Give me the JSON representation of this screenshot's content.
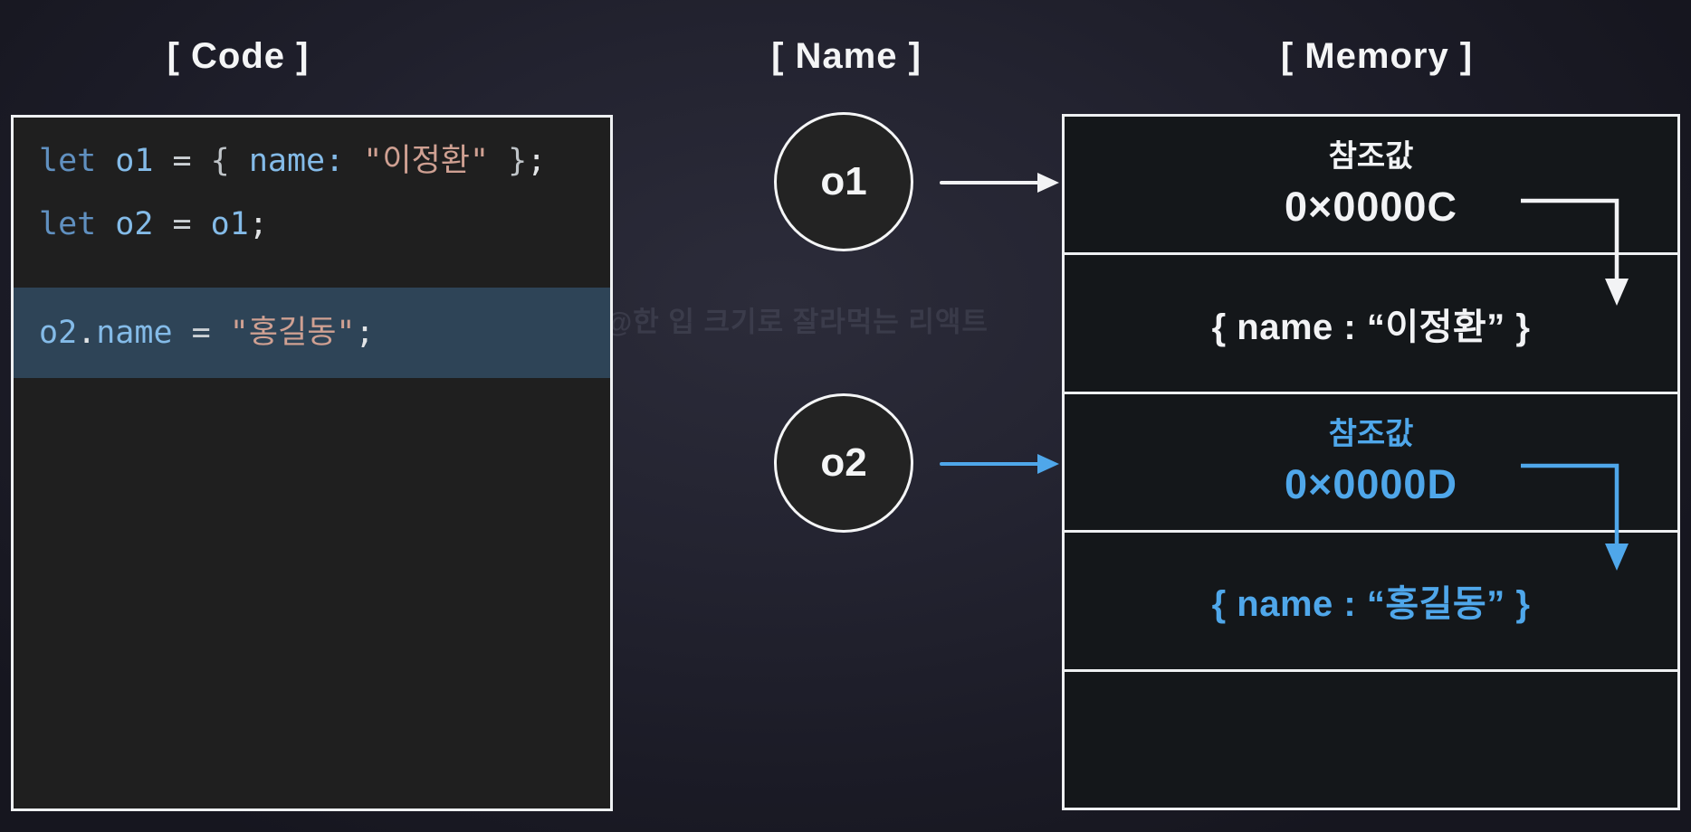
{
  "titles": {
    "code": "[ Code ]",
    "name": "[ Name ]",
    "memory": "[ Memory ]"
  },
  "code": {
    "lines": [
      {
        "tokens": [
          {
            "t": "let "
          },
          {
            "t": "o1 "
          },
          {
            "t": "= "
          },
          {
            "t": "{ "
          },
          {
            "t": "name: "
          },
          {
            "t": "\"이정환\""
          },
          {
            "t": " }"
          },
          {
            "t": ";"
          }
        ]
      },
      {
        "tokens": [
          {
            "t": "let "
          },
          {
            "t": "o2 "
          },
          {
            "t": "= "
          },
          {
            "t": "o1"
          },
          {
            "t": ";"
          }
        ]
      },
      {
        "tokens": [
          {
            "t": "o2"
          },
          {
            "t": "."
          },
          {
            "t": "name "
          },
          {
            "t": "= "
          },
          {
            "t": "\"홍길동\""
          },
          {
            "t": ";"
          }
        ]
      }
    ],
    "highlight_color": "#2e4457"
  },
  "name_column": {
    "variables": [
      {
        "label": "o1"
      },
      {
        "label": "o2"
      }
    ]
  },
  "memory": {
    "rows": [
      {
        "type": "reference",
        "label": "참조값",
        "value": "0×0000C",
        "color": "white"
      },
      {
        "type": "object",
        "value": "{ name : “이정환” }",
        "color": "white"
      },
      {
        "type": "reference",
        "label": "참조값",
        "value": "0×0000D",
        "color": "blue"
      },
      {
        "type": "object",
        "value": "{ name : “홍길동” }",
        "color": "blue"
      },
      {
        "type": "empty",
        "value": ""
      }
    ]
  },
  "watermark": "@한 입 크기로 잘라먹는 리액트",
  "colors": {
    "background": "#21212e",
    "panel_border": "#eef0f2",
    "code_background": "#1f1f1f",
    "cell_background": "#14171a",
    "highlight_row": "#2e4457",
    "accent_blue": "#4fa7ea",
    "text_white": "#f2f3f5",
    "token_keyword": "#6090c0",
    "token_identifier": "#84bbe8",
    "token_string": "#cfa092",
    "token_punctuation": "#bfc4c8"
  }
}
